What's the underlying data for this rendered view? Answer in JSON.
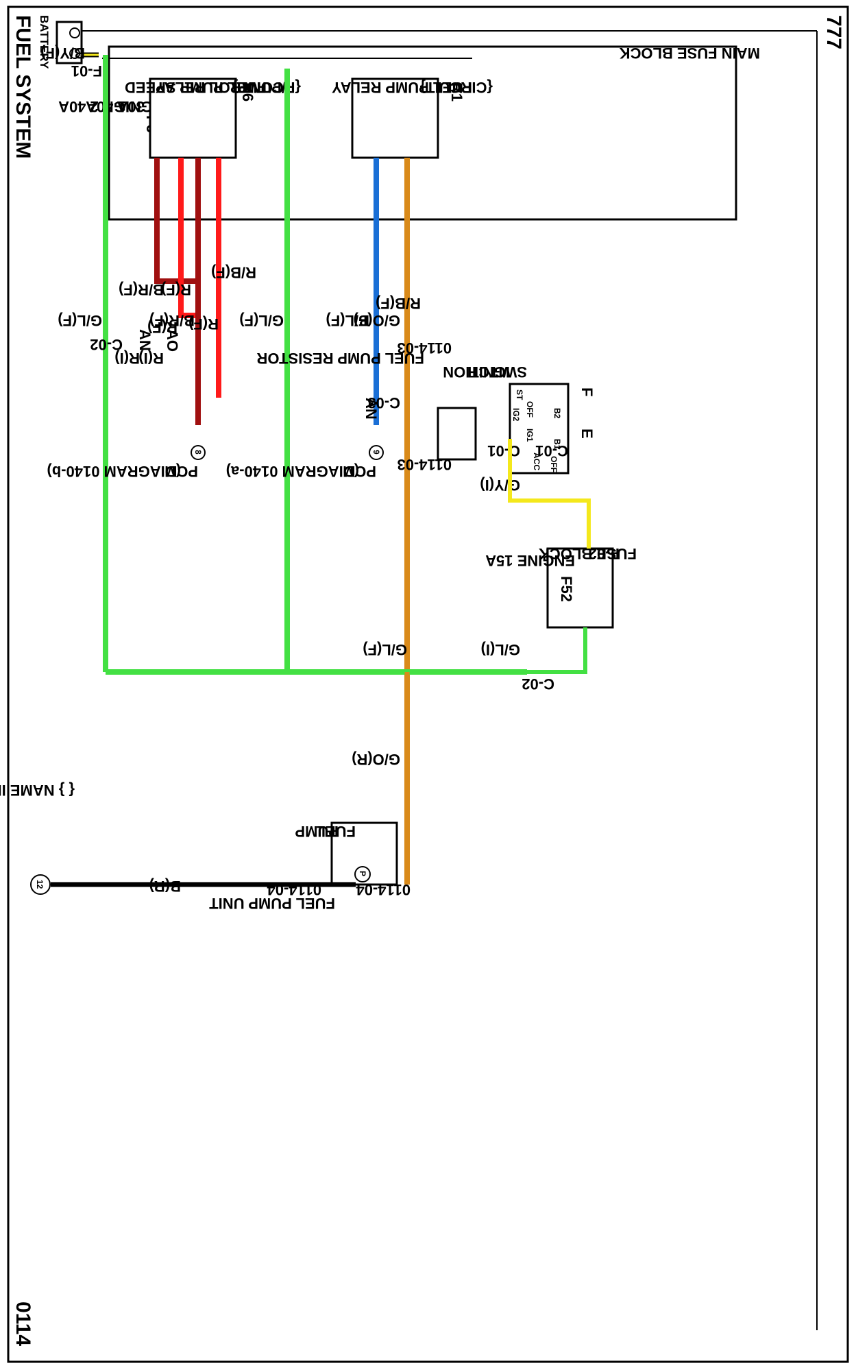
{
  "page": {
    "title": "FUEL SYSTEM",
    "number": "0114",
    "ground_ref": "777"
  },
  "battery": {
    "label": "BATTERY"
  },
  "fuse_block": {
    "title": "MAIN FUSE BLOCK",
    "connector": "F-01",
    "fuses": [
      {
        "id": "F6",
        "label": "IGN 2 40A"
      },
      {
        "id": "F2",
        "label": "IGN 1 40A"
      },
      {
        "id": "F15",
        "label": "FUEL 30A"
      }
    ],
    "relays": [
      {
        "id": "R1",
        "name": "FUEL PUMP RELAY",
        "note": "{CIRCUIT}"
      },
      {
        "id": "R6",
        "name": "FUEL PUMP SPEED",
        "name2": "CONTROL RELAY",
        "note": "{F/PUMP}"
      }
    ]
  },
  "wires": {
    "by_f": "B/Y(F)",
    "br_f": "B/R(F)",
    "r_f_1": "R(F)",
    "r_f_2": "R(F)",
    "r_f_3": "R(F)",
    "an_1": "AN",
    "ao": "AO",
    "r_i_1": "R(I)",
    "r_i_2": "R(I)",
    "c02_top": "C-02",
    "rb_f_1": "R/B(F)",
    "rb_f_2": "R/B(F)",
    "go_f": "G/O(F)",
    "bl_f": "B/L(F)",
    "gl_f_1": "G/L(F)",
    "gl_f_2": "G/L(F)",
    "gl_f_3": "G/L(F)",
    "br_f_2": "B/R(F)",
    "an_2": "AN",
    "c03": "C-03",
    "gy_i": "G/Y(I)",
    "gl_i": "G/L(I)",
    "c02_bottom": "C-02",
    "go_r": "G/O(R)",
    "b_r": "B(R)"
  },
  "fuel_pump_resistor": {
    "label": "FUEL PUMP RESISTOR",
    "conn_a": "0114-03",
    "conn_b": "0114-03"
  },
  "ignition_switch": {
    "label1": "IGNITION",
    "label2": "SWITCH",
    "connector": "C-01",
    "connector2": "C-01",
    "term_f": "F",
    "term_e": "E",
    "pos": [
      "ST",
      "OFF",
      "IG2",
      "B2",
      "IG1",
      "B1",
      "ACC",
      "OFF"
    ]
  },
  "engine_fuse_block": {
    "conn": "F-02",
    "title": "FUSE BLOCK",
    "fuse": "ENGINE 15A",
    "fuse_id": "F52"
  },
  "pcm": [
    {
      "num": "9",
      "label": "PCM",
      "diagram": "(DIAGRAM 0140-a)"
    },
    {
      "num": "8",
      "label": "PCM",
      "diagram": "(DIAGRAM 0140-b)"
    }
  ],
  "fuel_pump": {
    "box1": "FUEL",
    "box2": "PUMP",
    "unit": "FUEL PUMP UNIT",
    "conn_a": "0114-04",
    "conn_b": "0114-04",
    "symbol": "P"
  },
  "ground": {
    "num": "12"
  },
  "note": "{ } NAME INDICATED ON FUSE BOX COVER",
  "colors": {
    "red": "#ff1a1a",
    "black": "#000000",
    "blue": "#1a6fd6",
    "green": "#43e043",
    "yellow": "#f4e81c",
    "orange": "#d98a1a",
    "darkred": "#a01010"
  }
}
